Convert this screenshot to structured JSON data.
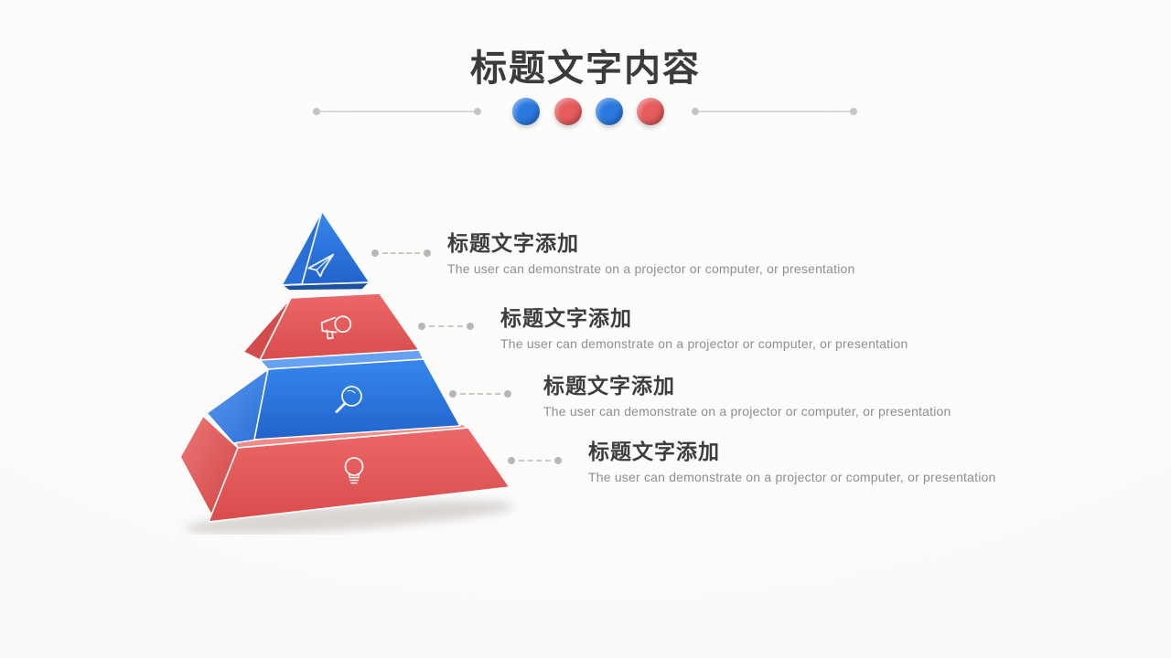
{
  "slide": {
    "title": "标题文字内容",
    "background": "#fbfaf9"
  },
  "divider": {
    "dots": [
      "#2b7ae2",
      "#e75c5c",
      "#2b7ae2",
      "#e75c5c"
    ]
  },
  "colors": {
    "blue": "#2b7ae2",
    "red": "#e75c5c",
    "heading": "#3d3d3d",
    "description": "#8f8f8f"
  },
  "pyramid": {
    "levels": [
      {
        "level": 1,
        "color": "#2b7ae2",
        "icon": "paper-plane-icon"
      },
      {
        "level": 2,
        "color": "#e75c5c",
        "icon": "megaphone-icon"
      },
      {
        "level": 3,
        "color": "#2b7ae2",
        "icon": "magnifier-icon"
      },
      {
        "level": 4,
        "color": "#e75c5c",
        "icon": "lightbulb-icon"
      }
    ]
  },
  "items": [
    {
      "title": "标题文字添加",
      "description": "The user can demonstrate on a projector or computer, or presentation"
    },
    {
      "title": "标题文字添加",
      "description": "The user can demonstrate on a projector or computer, or presentation"
    },
    {
      "title": "标题文字添加",
      "description": "The user can demonstrate on a projector or computer, or presentation"
    },
    {
      "title": "标题文字添加",
      "description": "The user can demonstrate on a projector or computer, or presentation"
    }
  ]
}
